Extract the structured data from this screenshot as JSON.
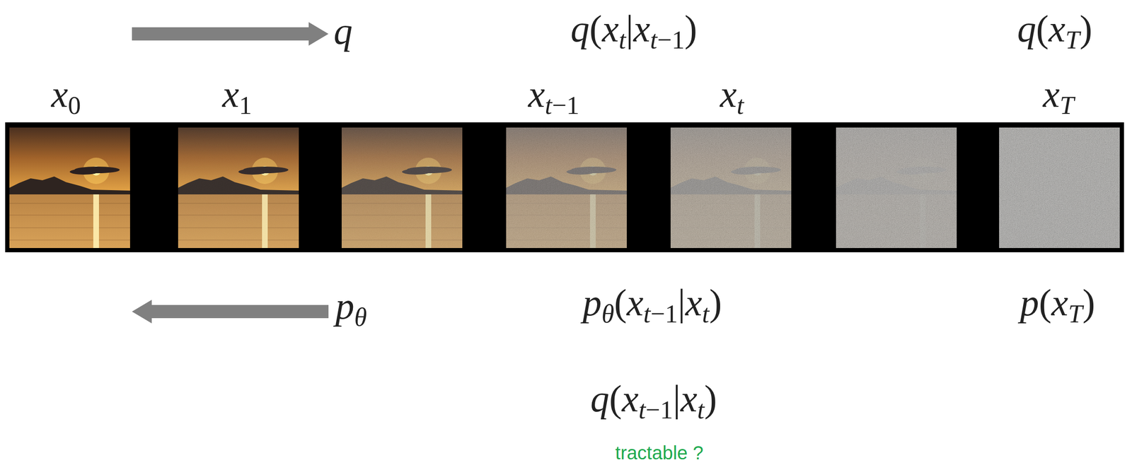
{
  "diagram": {
    "labels": [
      "q",
      "q(xt|xt−1)",
      "q(xT)",
      "x0",
      "x1",
      "xt−1",
      "xt",
      "xT",
      "pθ",
      "pθ(xt−1|xt)",
      "p(xT)",
      "q(xt−1|xt)",
      "tractable ?"
    ]
  }
}
